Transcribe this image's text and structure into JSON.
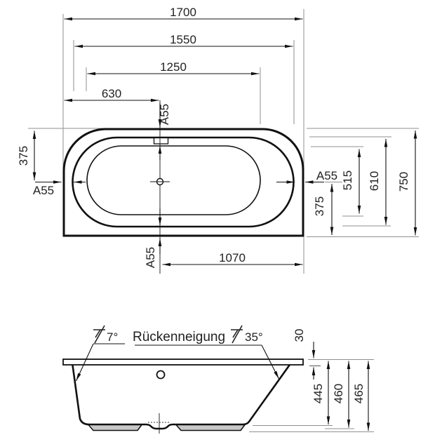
{
  "plan_view": {
    "dim_overall_length": "1700",
    "dim_inner_rim_length": "1550",
    "dim_basin_length": "1250",
    "dim_overflow_from_left": "630",
    "dim_drain_to_right": "1070",
    "rim_width_top": "A55",
    "rim_width_left": "A55",
    "rim_width_right": "A55",
    "rim_width_bottom": "A55",
    "dim_center_from_top": "375",
    "dim_center_to_bottom": "375",
    "dim_basin_width": "515",
    "dim_inner_rim_width": "610",
    "dim_overall_width": "750"
  },
  "side_view": {
    "front_slope_angle": "7°",
    "back_slope_label": "Rückenneigung",
    "back_slope_angle": "35°",
    "dim_rim_thickness": "30",
    "dim_depth_shell": "445",
    "dim_depth_base": "460",
    "dim_height_overall": "465"
  },
  "colors": {
    "background": "#ffffff",
    "line": "#111111",
    "ext": "#8f8f8f",
    "text": "#222222",
    "feet": "#c8c8c8"
  }
}
